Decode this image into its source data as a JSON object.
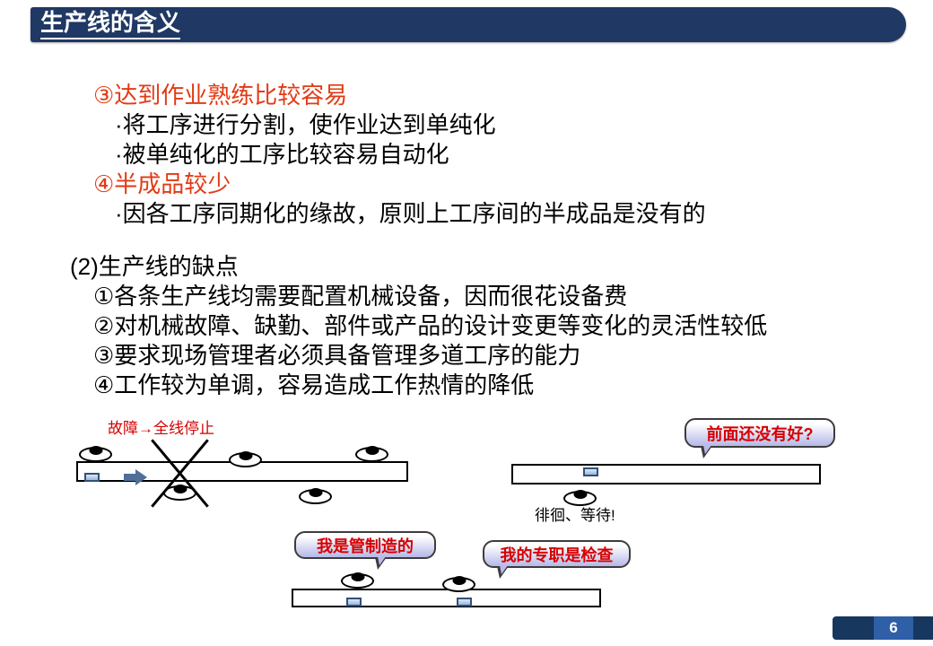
{
  "header": {
    "title": "生产线的含义"
  },
  "content": {
    "p3_head": "③达到作业熟练比较容易",
    "p3_items": [
      "·将工序进行分割，使作业达到单纯化",
      "·被单纯化的工序比较容易自动化"
    ],
    "p4_head": "④半成品较少",
    "p4_items": [
      "·因各工序同期化的缘故，原则上工序间的半成品是没有的"
    ],
    "s2_head": "(2)生产线的缺点",
    "s2_items": [
      "①各条生产线均需要配置机械设备，因而很花设备费",
      "②对机械故障、缺勤、部件或产品的设计变更等变化的灵活性较低",
      "③要求现场管理者必须具备管理多道工序的能力",
      "④工作较为单调，容易造成工作热情的降低"
    ]
  },
  "diagram": {
    "fault_label": "故障→全线停止",
    "bubble_front": "前面还没有好?",
    "wander_label": "徘徊、等待!",
    "bubble_make": "我是管制造的",
    "bubble_inspect": "我的专职是检查"
  },
  "footer": {
    "page_number": "6"
  },
  "colors": {
    "header_navy": "#1f3864",
    "accent_red": "#e23a14",
    "bubble_text_red": "#d60000",
    "footer_navy": "#17375e",
    "page_box_blue": "#2e5fa7"
  }
}
